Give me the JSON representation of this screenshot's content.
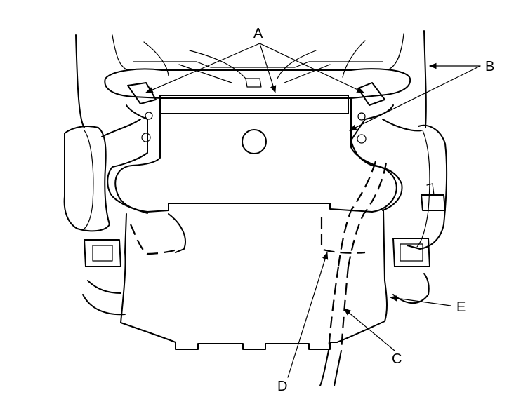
{
  "diagram": {
    "callouts": [
      {
        "id": "A",
        "label": "A"
      },
      {
        "id": "B",
        "label": "B"
      },
      {
        "id": "C",
        "label": "C"
      },
      {
        "id": "D",
        "label": "D"
      },
      {
        "id": "E",
        "label": "E"
      }
    ]
  }
}
